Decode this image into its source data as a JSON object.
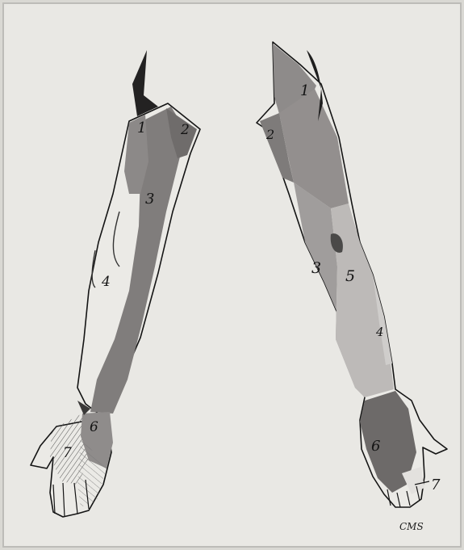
{
  "figure": {
    "colors": {
      "paper": "#e9e8e4",
      "ink": "#141414",
      "dark_region": "#807d7c",
      "mid_region": "#a6a4a2",
      "light_region": "#c3c1bf",
      "skin": "#ebeae6"
    },
    "left_arm": {
      "labels": [
        "1",
        "2",
        "3",
        "4",
        "6",
        "7"
      ]
    },
    "right_arm": {
      "labels": [
        "1",
        "2",
        "3",
        "5",
        "4",
        "6",
        "7"
      ]
    },
    "signature": "CMS"
  }
}
